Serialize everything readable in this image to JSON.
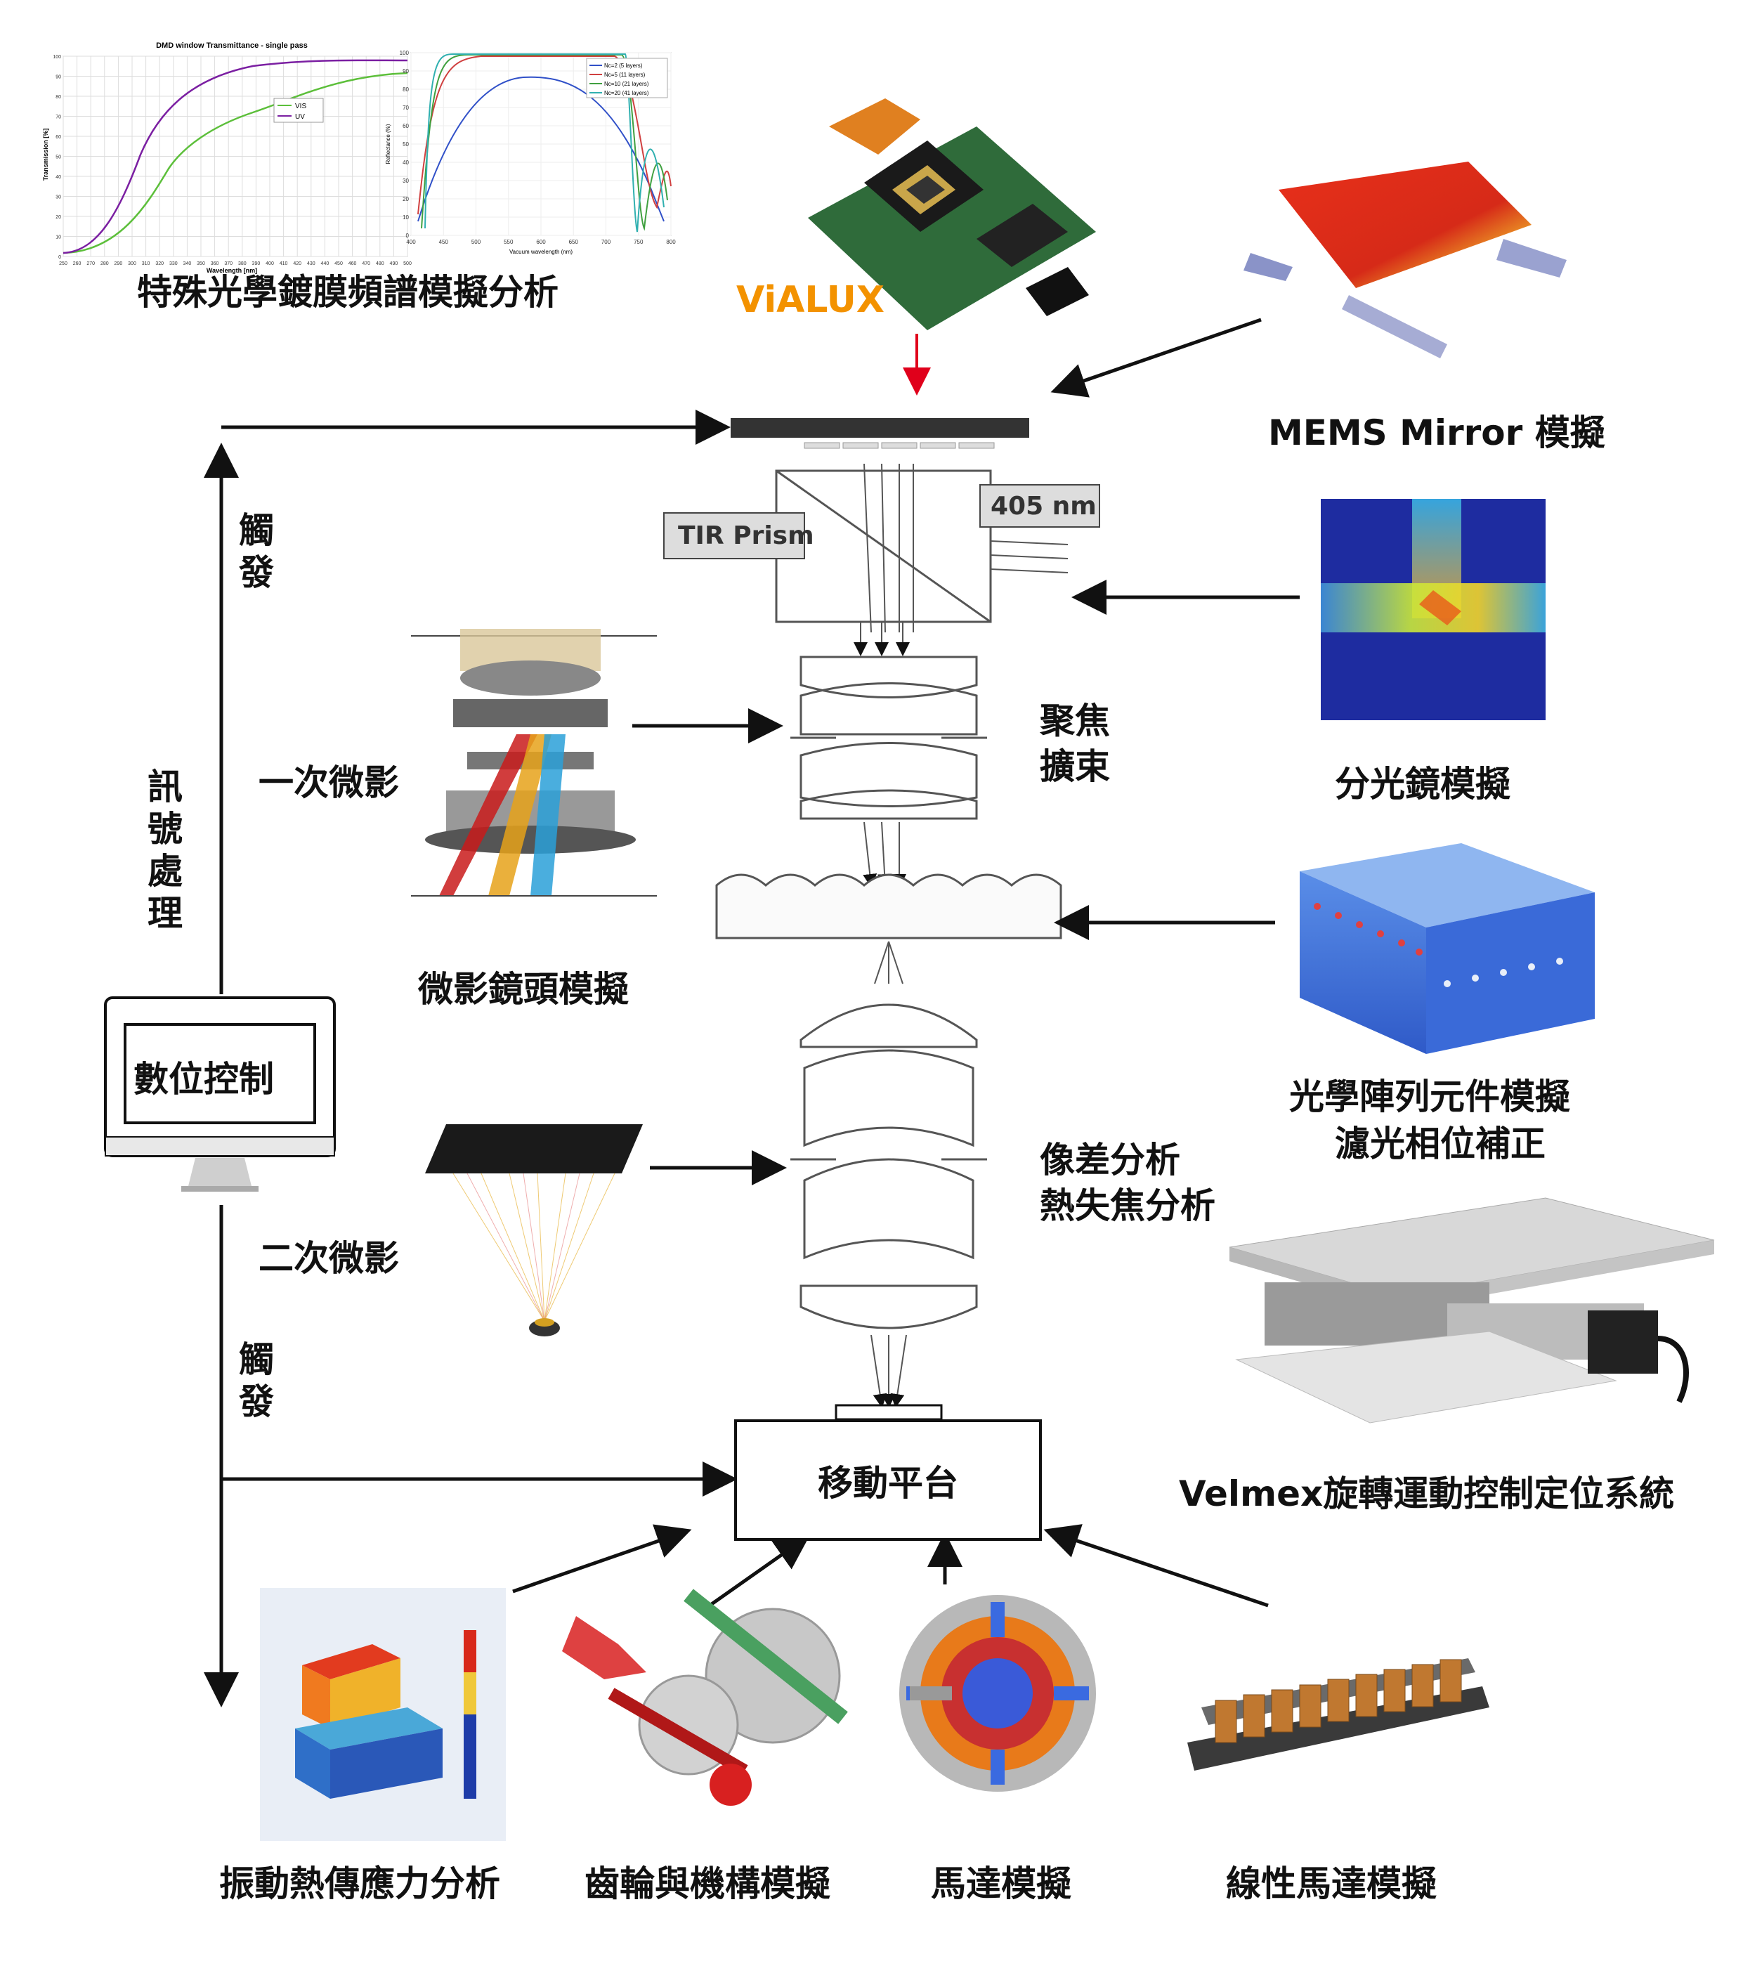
{
  "chart_transmittance": {
    "title": "DMD window Transmittance - single pass",
    "xlabel": "Wavelength [nm]",
    "ylabel": "Transmission [%]",
    "xticks": [
      "250",
      "260",
      "270",
      "280",
      "290",
      "300",
      "310",
      "320",
      "330",
      "340",
      "350",
      "360",
      "370",
      "380",
      "390",
      "400",
      "410",
      "420",
      "430",
      "440",
      "450",
      "460",
      "470",
      "480",
      "490",
      "500"
    ],
    "yticks": [
      "0",
      "10",
      "20",
      "30",
      "40",
      "50",
      "60",
      "70",
      "80",
      "90",
      "100"
    ],
    "legend": [
      "VIS",
      "UV"
    ],
    "series_colors": {
      "VIS": "#5cbf3a",
      "UV": "#7b1fa2"
    }
  },
  "chart_reflectance": {
    "xlabel": "Vacuum wavelength (nm)",
    "ylabel": "Reflectance (%)",
    "xticks": [
      "400",
      "450",
      "500",
      "550",
      "600",
      "650",
      "700",
      "750",
      "800"
    ],
    "yticks": [
      "0",
      "10",
      "20",
      "30",
      "40",
      "50",
      "60",
      "70",
      "80",
      "90",
      "100"
    ],
    "legend": [
      "Nc=2 (5 layers)",
      "Nc=5 (11 layers)",
      "Nc=10 (21 layers)",
      "Nc=20 (41 layers)"
    ],
    "series_colors": [
      "#3050c8",
      "#d04040",
      "#40a040",
      "#30b0b0"
    ]
  },
  "labels": {
    "coating": "特殊光學鍍膜頻譜模擬分析",
    "vialux": "ViALUX",
    "mems": "MEMS Mirror 模擬",
    "tir": "TIR Prism",
    "nm405": "405 nm",
    "trigger_top": "觸發",
    "trigger_bottom": "觸發",
    "signal": "訊號處理",
    "focus1": "聚焦",
    "focus2": "擴束",
    "beamsplitter": "分光鏡模擬",
    "primary": "一次微影",
    "microlens": "微影鏡頭模擬",
    "array1": "光學陣列元件模擬",
    "array2": "濾光相位補正",
    "digital": "數位控制",
    "aberration1": "像差分析",
    "aberration2": "熱失焦分析",
    "secondary": "二次微影",
    "stage": "移動平台",
    "velmex": "Velmex旋轉運動控制定位系統",
    "vibration": "振動熱傳應力分析",
    "gear": "齒輪與機構模擬",
    "motor": "馬達模擬",
    "linear": "線性馬達模擬"
  },
  "colors": {
    "vialux": "#f39200",
    "red_arrow": "#e0001b",
    "line": "#111111"
  }
}
